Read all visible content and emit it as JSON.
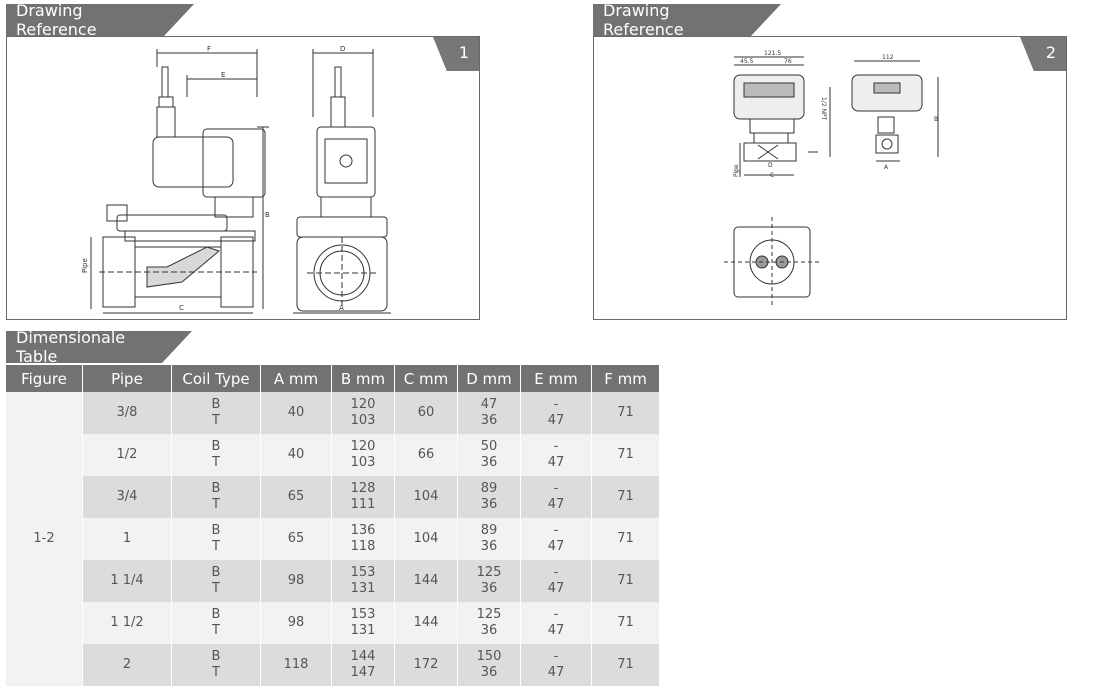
{
  "panel1": {
    "title": "Drawing Reference",
    "number": "1",
    "labels": {
      "f": "F",
      "e": "E",
      "d": "D",
      "b": "B",
      "c": "C",
      "a": "A",
      "pipe": "Pipe"
    }
  },
  "panel2": {
    "title": "Drawing Reference",
    "number": "2",
    "labels": {
      "w1": "121.5",
      "w2": "45.5",
      "w3": "76",
      "nft": "1/2 NPT",
      "w4": "112",
      "b": "B",
      "d": "D",
      "c": "C",
      "a": "A",
      "pipe": "Pipe"
    }
  },
  "table": {
    "title": "Dimensionale Table",
    "headers": [
      "Figure",
      "Pipe",
      "Coil Type",
      "A mm",
      "B mm",
      "C mm",
      "D mm",
      "E mm",
      "F mm"
    ],
    "figure": "1-2",
    "rows": [
      {
        "pipe": "3/8",
        "coil": [
          "B",
          "T"
        ],
        "a": "40",
        "b": [
          "120",
          "103"
        ],
        "c": "60",
        "d": [
          "47",
          "36"
        ],
        "e": [
          "-",
          "47"
        ],
        "f": "71"
      },
      {
        "pipe": "1/2",
        "coil": [
          "B",
          "T"
        ],
        "a": "40",
        "b": [
          "120",
          "103"
        ],
        "c": "66",
        "d": [
          "50",
          "36"
        ],
        "e": [
          "-",
          "47"
        ],
        "f": "71"
      },
      {
        "pipe": "3/4",
        "coil": [
          "B",
          "T"
        ],
        "a": "65",
        "b": [
          "128",
          "111"
        ],
        "c": "104",
        "d": [
          "89",
          "36"
        ],
        "e": [
          "-",
          "47"
        ],
        "f": "71"
      },
      {
        "pipe": "1",
        "coil": [
          "B",
          "T"
        ],
        "a": "65",
        "b": [
          "136",
          "118"
        ],
        "c": "104",
        "d": [
          "89",
          "36"
        ],
        "e": [
          "-",
          "47"
        ],
        "f": "71"
      },
      {
        "pipe": "1 1/4",
        "coil": [
          "B",
          "T"
        ],
        "a": "98",
        "b": [
          "153",
          "131"
        ],
        "c": "144",
        "d": [
          "125",
          "36"
        ],
        "e": [
          "-",
          "47"
        ],
        "f": "71"
      },
      {
        "pipe": "1 1/2",
        "coil": [
          "B",
          "T"
        ],
        "a": "98",
        "b": [
          "153",
          "131"
        ],
        "c": "144",
        "d": [
          "125",
          "36"
        ],
        "e": [
          "-",
          "47"
        ],
        "f": "71"
      },
      {
        "pipe": "2",
        "coil": [
          "B",
          "T"
        ],
        "a": "118",
        "b": [
          "144",
          "147"
        ],
        "c": "172",
        "d": [
          "150",
          "36"
        ],
        "e": [
          "-",
          "47"
        ],
        "f": "71"
      }
    ]
  }
}
